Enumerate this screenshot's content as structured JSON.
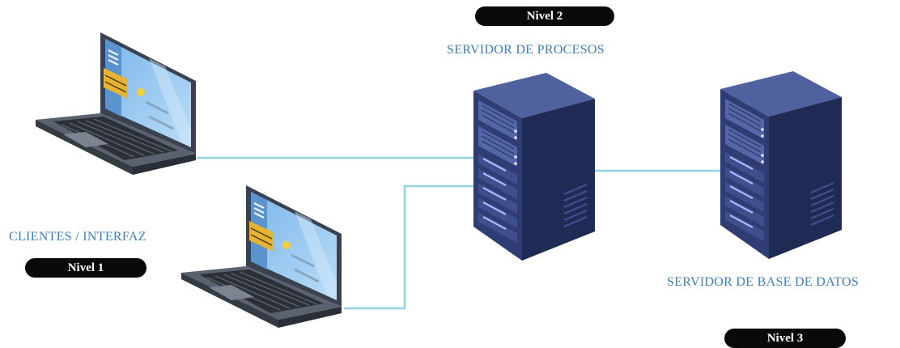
{
  "tiers": {
    "tier1": {
      "badge": "Nivel 1",
      "label": "CLIENTES / INTERFAZ"
    },
    "tier2": {
      "badge": "Nivel 2",
      "label": "SERVIDOR DE PROCESOS"
    },
    "tier3": {
      "badge": "Nivel 3",
      "label": "SERVIDOR DE BASE DE DATOS"
    }
  },
  "icons": {
    "client_top": "laptop-icon",
    "client_bottom": "laptop-icon",
    "process_server": "server-icon",
    "database_server": "server-icon"
  },
  "colors": {
    "connector": "#8fd3dd",
    "label_text": "#3d7fbf",
    "badge_bg": "#0a0a0a",
    "server_body": "#2f3d74",
    "laptop_screen": "#9dc9f0"
  }
}
